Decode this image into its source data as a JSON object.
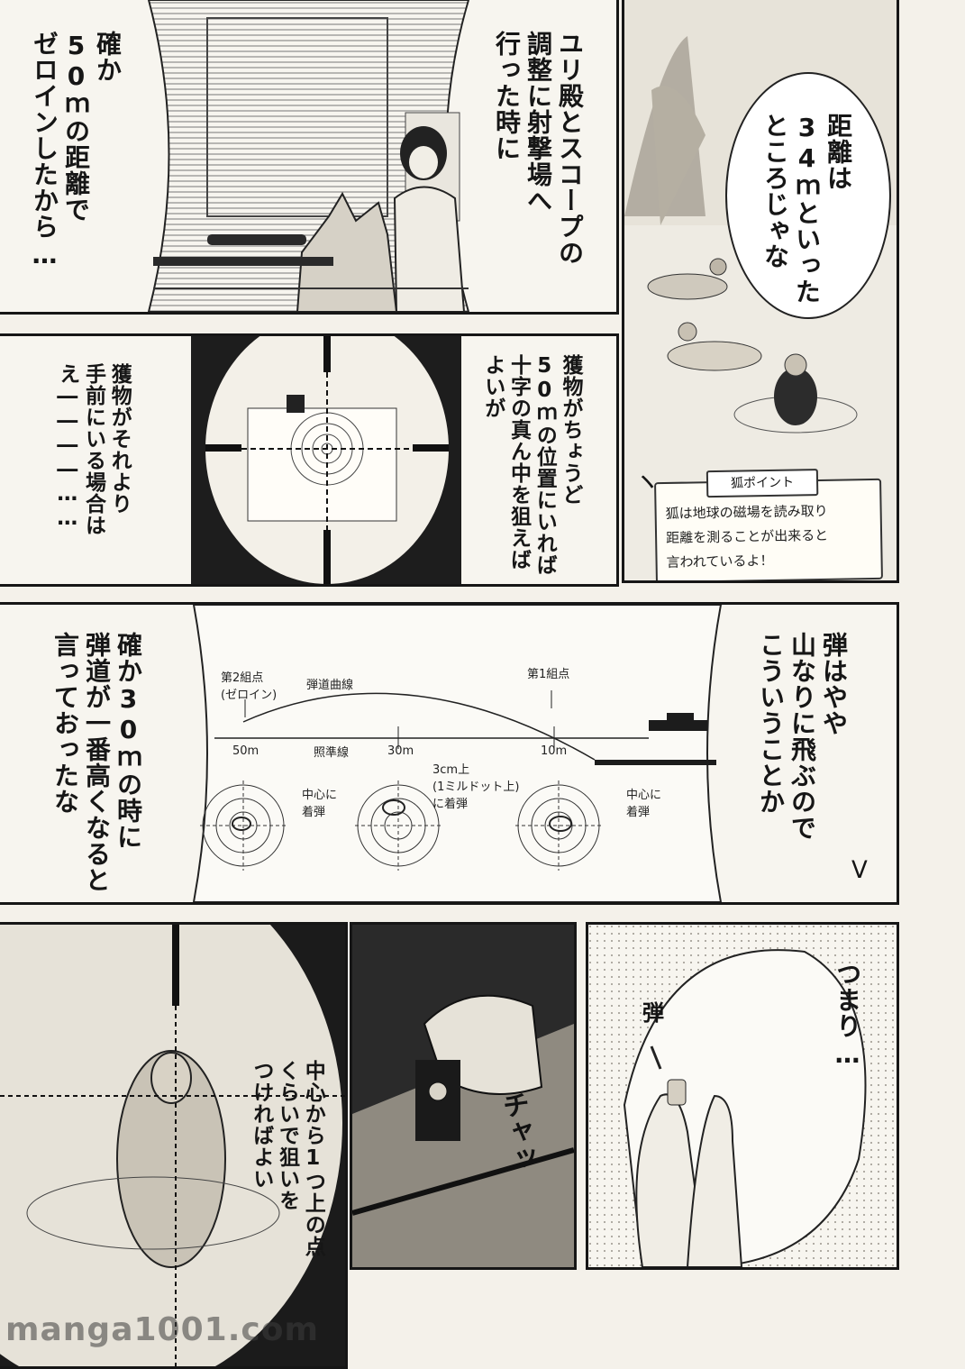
{
  "panel1": {
    "narration_left": "確か\n50ｍの距離で\nゼロインしたから…",
    "narration_right": "ユリ殿とスコープの\n調整に射撃場へ\n行った時に"
  },
  "panel2": {
    "speech": "距離は\n34ｍといった\nところじゃな",
    "tip": {
      "heading": "狐ポイント",
      "body": "狐は地球の磁場を読み取り\n距離を測ることが出来ると\n言われているよ！"
    }
  },
  "panel3": {
    "narration_right": "獲物がちょうど\n50ｍの位置にいれば\n十字の真ん中を狙えば\nよいが",
    "narration_left": "獲物がそれより\n手前にいる場合は\nえ――――……"
  },
  "panel4": {
    "narration_right": "弾はやや\n山なりに飛ぶので\nこういうことか",
    "narration_left": "確か30ｍの時に\n弾道が一番高くなると\n言っておったな",
    "diagram": {
      "label_zero2": "第2組点\n(ゼロイン)",
      "label_curve": "弾道曲線",
      "label_zero1": "第1組点",
      "label_50": "50m",
      "label_line": "照準線",
      "label_30": "30m",
      "label_10": "10m",
      "note_left": "中心に\n着弾",
      "note_mid": "3cm上\n(1ミルドット上)\nに着弾",
      "note_right": "中心に\n着弾"
    }
  },
  "panel5": {
    "narration": "中心から1つ上の点\nくらいで狙いを\nつければよい"
  },
  "panel6": {
    "sfx": "チャッ"
  },
  "panel7": {
    "speech": "つまり…",
    "label": "弾"
  },
  "watermark": "manga1001.com"
}
